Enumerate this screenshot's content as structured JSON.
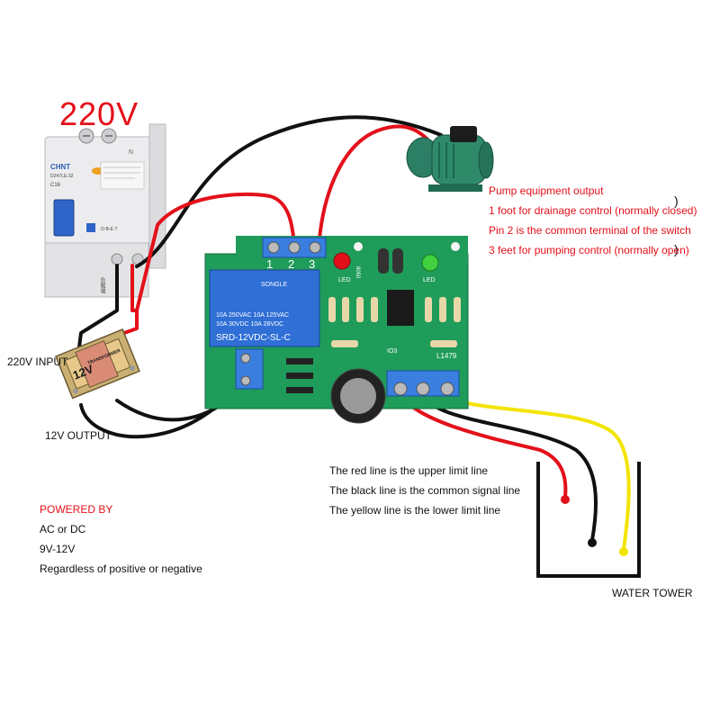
{
  "voltage_title": "220V",
  "breaker": {
    "brand": "CHNT",
    "model": "DZ47LE-32",
    "rating": "C16",
    "n_label": "N",
    "chinese_label": "负载端"
  },
  "labels": {
    "input_220v": "220V INPUT",
    "output_12v": "12V OUTPUT",
    "water_tower": "WATER TOWER"
  },
  "transformer": {
    "voltage": "12V",
    "name": "TRANSFORMER"
  },
  "relay": {
    "brand": "SONGLE",
    "line1": "10A 250VAC  10A 125VAC",
    "line2": "10A  30VDC  10A  28VDC",
    "model": "SRD-12VDC-SL-C"
  },
  "board": {
    "terminal_numbers": [
      "1",
      "2",
      "3"
    ],
    "led_label_left": "LED",
    "led_label_right": "LED",
    "chip_label": "IO3",
    "ic_label": "L1479",
    "transistor_label": "8050"
  },
  "pump_notes": {
    "title": "Pump equipment output",
    "line1": "1 foot for drainage control (normally closed)",
    "line2": "Pin 2 is the common terminal of the switch",
    "line3": "3 feet for pumping control (normally open)"
  },
  "line_notes": {
    "red": "The red line is the upper limit line",
    "black": "The black line is the common signal line",
    "yellow": "The yellow line is the lower limit line"
  },
  "power": {
    "title": "POWERED BY",
    "line1": "AC or DC",
    "line2": "9V-12V",
    "line3": "Regardless of positive or negative"
  },
  "colors": {
    "wire_red": "#e3101a",
    "wire_black": "#111111",
    "wire_yellow": "#f2e400",
    "board_green": "#1f9c5a",
    "relay_blue": "#2f6fd6",
    "terminal_blue": "#3a7ee0",
    "pump_green": "#2f8a6a",
    "breaker_gray": "#e8e8ea"
  }
}
